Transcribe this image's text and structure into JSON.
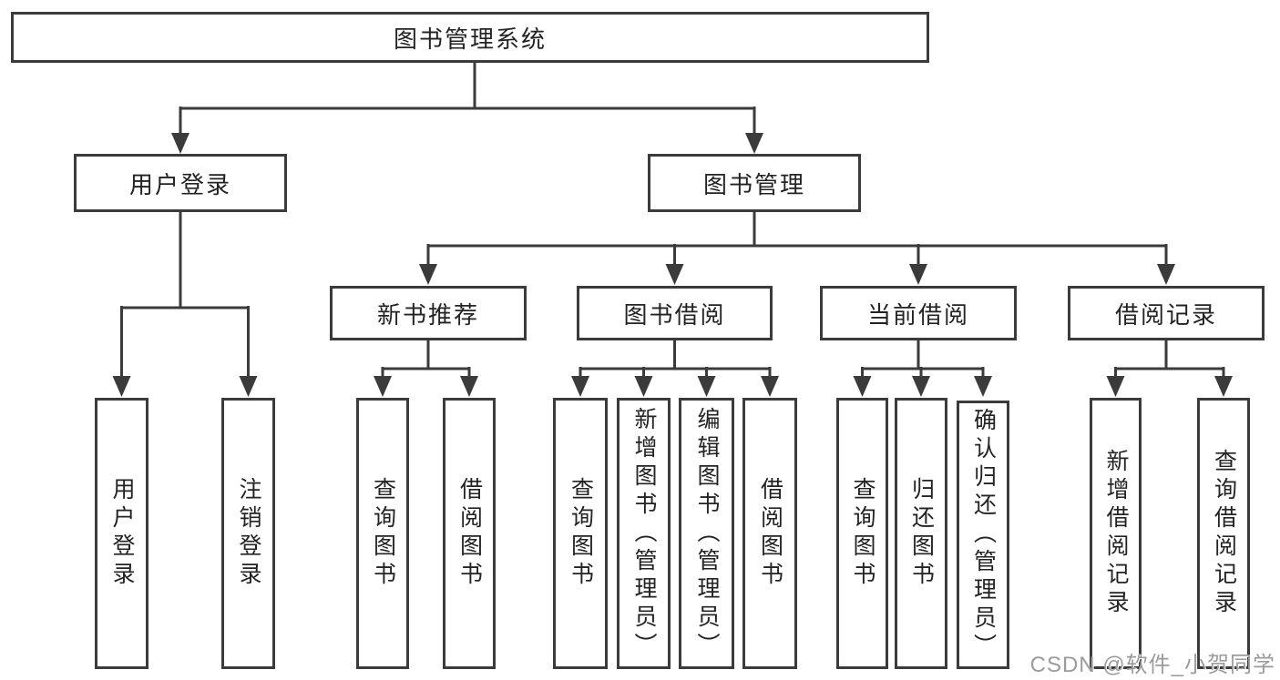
{
  "diagram": {
    "kind": "hierarchy-tree",
    "colors": {
      "line": "#3b3b3b",
      "box_border": "#3b3b3b",
      "box_fill": "#ffffff",
      "text": "#232323",
      "watermark": "#9b9b9b",
      "background": "#ffffff"
    }
  },
  "tree": {
    "root": {
      "label": "图书管理系统",
      "children": [
        {
          "id": "user-login",
          "label": "用户登录",
          "children": [
            {
              "label": "用户登录"
            },
            {
              "label": "注销登录"
            }
          ]
        },
        {
          "id": "book-management",
          "label": "图书管理",
          "children": [
            {
              "id": "new-book-recommendation",
              "label": "新书推荐",
              "children": [
                {
                  "label": "查询图书"
                },
                {
                  "label": "借阅图书"
                }
              ]
            },
            {
              "id": "book-borrowing",
              "label": "图书借阅",
              "children": [
                {
                  "label": "查询图书"
                },
                {
                  "label": "新增图书（管理员）"
                },
                {
                  "label": "编辑图书（管理员）"
                },
                {
                  "label": "借阅图书"
                }
              ]
            },
            {
              "id": "current-borrowing",
              "label": "当前借阅",
              "children": [
                {
                  "label": "查询图书"
                },
                {
                  "label": "归还图书"
                },
                {
                  "label": "确认归还（管理员）"
                }
              ]
            },
            {
              "id": "borrowing-records",
              "label": "借阅记录",
              "children": [
                {
                  "label": "新增借阅记录"
                },
                {
                  "label": "查询借阅记录"
                }
              ]
            }
          ]
        }
      ]
    }
  },
  "watermark": {
    "text": "CSDN @软件_小贺同学"
  }
}
